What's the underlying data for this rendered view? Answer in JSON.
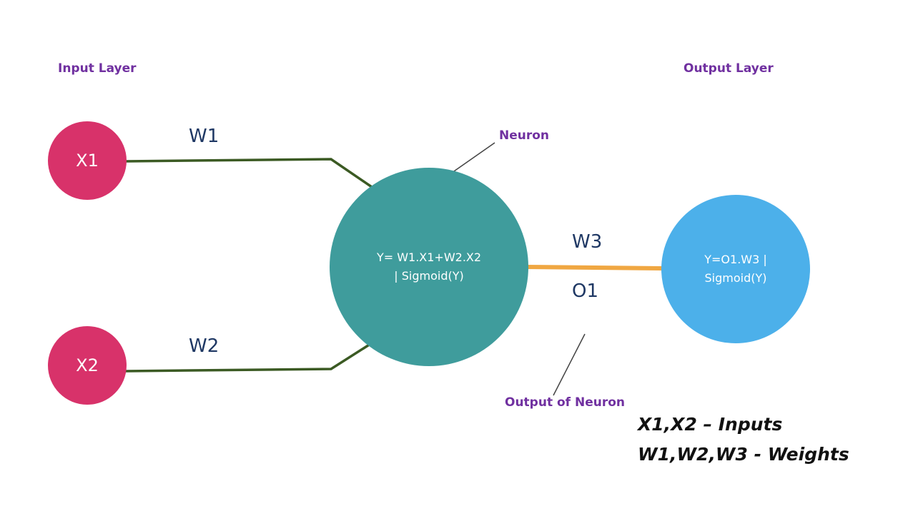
{
  "layers": {
    "input_label": "Input Layer",
    "output_label": "Output Layer"
  },
  "annotations": {
    "neuron": "Neuron",
    "output_of_neuron": "Output of Neuron"
  },
  "nodes": {
    "x1": "X1",
    "x2": "X2",
    "hidden_line1": "Y= W1.X1+W2.X2",
    "hidden_line2": "| Sigmoid(Y)",
    "output_line1": "Y=O1.W3 |",
    "output_line2": "Sigmoid(Y)"
  },
  "edges": {
    "w1": "W1",
    "w2": "W2",
    "w3": "W3",
    "o1": "O1"
  },
  "legend": {
    "line1": "X1,X2 – Inputs",
    "line2": "W1,W2,W3 - Weights"
  },
  "colors": {
    "label_purple": "#7030a0",
    "weight_text": "#1f3864",
    "input_node": "#d8326a",
    "hidden_node": "#3f9c9c",
    "output_node": "#4cb0ea",
    "input_edge": "#3b5a23",
    "output_edge": "#f0a742",
    "pointer_line": "#444444",
    "node_text": "#ffffff",
    "legend_text": "#111111"
  }
}
